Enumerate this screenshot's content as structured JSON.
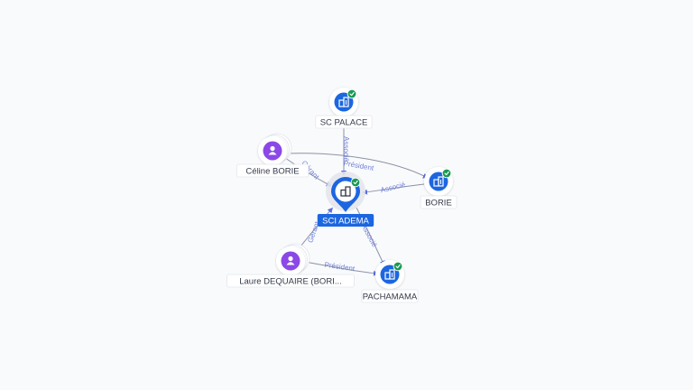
{
  "center": {
    "label": "SCI ADEMA",
    "icon": "building-icon",
    "verified": true
  },
  "nodes": [
    {
      "id": "sc-palace",
      "label": "SC PALACE",
      "kind": "company",
      "icon": "building-icon",
      "verified": true
    },
    {
      "id": "borie",
      "label": "BORIE",
      "kind": "company",
      "icon": "building-icon",
      "verified": true
    },
    {
      "id": "pachamama",
      "label": "PACHAMAMA",
      "kind": "company",
      "icon": "building-icon",
      "verified": true
    },
    {
      "id": "celine-borie",
      "label": "Céline BORIE",
      "kind": "person",
      "icon": "person-icon",
      "verified": false
    },
    {
      "id": "laure-dequaire",
      "label": "Laure DEQUAIRE (BORI...",
      "kind": "person",
      "icon": "person-icon",
      "verified": false
    }
  ],
  "edges": [
    {
      "from": "sc-palace",
      "to": "center",
      "label": "Associé"
    },
    {
      "from": "borie",
      "to": "center",
      "label": "Associé"
    },
    {
      "from": "celine-borie",
      "to": "center",
      "label": "Gérant"
    },
    {
      "from": "celine-borie",
      "to": "borie",
      "label": "Président"
    },
    {
      "from": "center",
      "to": "pachamama",
      "label": "Associé"
    },
    {
      "from": "laure-dequaire",
      "to": "center",
      "label": "Gérant"
    },
    {
      "from": "laure-dequaire",
      "to": "pachamama",
      "label": "Président"
    }
  ],
  "colors": {
    "company": "#1c66e0",
    "person": "#8b48e6",
    "verified": "#179a53",
    "edge": "#8c92a6",
    "edge_label": "#6f7fd6",
    "center_label_bg": "#1c66e0"
  }
}
